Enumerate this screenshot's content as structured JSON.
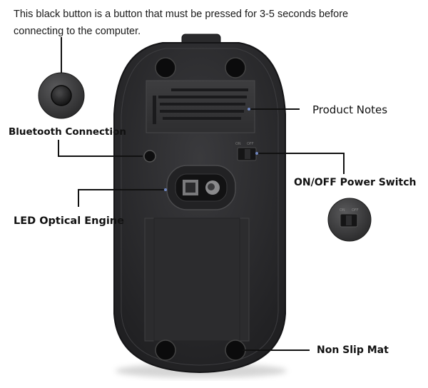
{
  "caption": {
    "part1": "This black button is a button that must be pressed for 3-5",
    "part2": " seconds before",
    "part3": "connecting to the computer."
  },
  "labels": {
    "bluetooth": "Bluetooth Connection",
    "product_notes": "Product Notes",
    "power_switch": "ON/OFF Power Switch",
    "led_engine": "LED Optical Engine",
    "non_slip": "Non Slip Mat"
  },
  "switch_marks": {
    "on": "ON",
    "off": "OFF"
  },
  "colors": {
    "mouse_body": "#2b2b2d",
    "mouse_edge": "#1a1a1c",
    "label_plate": "#3a3a3c",
    "background": "#ffffff"
  }
}
